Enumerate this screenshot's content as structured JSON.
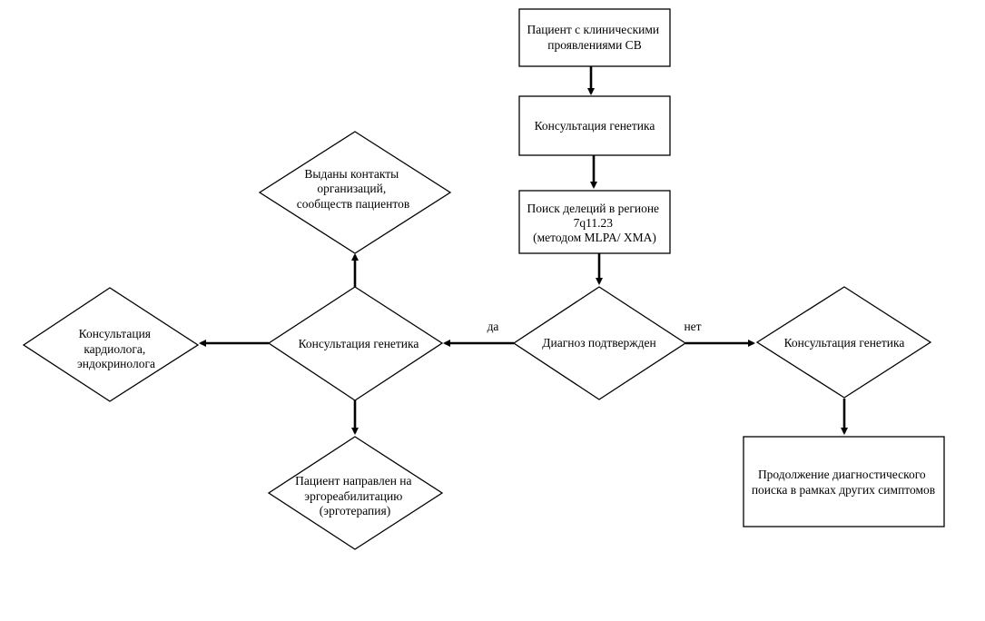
{
  "nodes": {
    "start": {
      "lines": [
        "Пациент с клиническими",
        "проявлениями СВ"
      ]
    },
    "consult_top": {
      "lines": [
        "Консультация генетика"
      ]
    },
    "deletion_search": {
      "lines": [
        "Поиск делеций в регионе",
        "7q11.23",
        "(методом MLPA/ XMA)"
      ]
    },
    "diagnosis_confirmed": {
      "lines": [
        "Диагноз подтвержден"
      ]
    },
    "consult_yes": {
      "lines": [
        "Консультация генетика"
      ]
    },
    "contacts_given": {
      "lines": [
        "Выданы контакты",
        "организаций,",
        "сообществ пациентов"
      ]
    },
    "cardio_endo": {
      "lines": [
        "Консультация",
        "кардиолога,",
        "эндокринолога"
      ]
    },
    "ergo": {
      "lines": [
        "Пациент направлен на",
        "эргореабилитацию",
        "(эрготерапия)"
      ]
    },
    "consult_no": {
      "lines": [
        "Консультация генетика"
      ]
    },
    "continue_search": {
      "lines": [
        "Продолжение диагностического",
        "поиска в рамках других симптомов"
      ]
    }
  },
  "edge_labels": {
    "yes": "да",
    "no": "нет"
  }
}
